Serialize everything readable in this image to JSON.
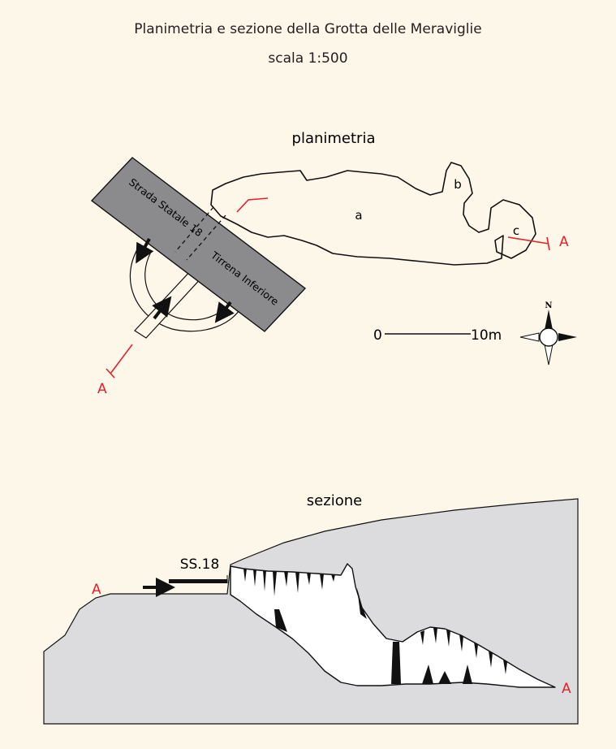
{
  "title": "Planimetria e sezione della Grotta delle Meraviglie",
  "scale": "scala 1:500",
  "plan": {
    "heading": "planimetria",
    "road_name_1": "Strada Statale 18",
    "road_name_2": "Tirrena Inferiore",
    "room_a": "a",
    "room_b": "b",
    "room_c": "c",
    "section_marker_left": "A",
    "section_marker_right": "A",
    "scale_bar_start": "0",
    "scale_bar_end": "10m",
    "north_label": "N",
    "section_line_color": "#e8202a"
  },
  "section": {
    "heading": "sezione",
    "road_label": "SS.18",
    "marker_left": "A",
    "marker_right": "A",
    "rock_color": "#dcdcde"
  }
}
